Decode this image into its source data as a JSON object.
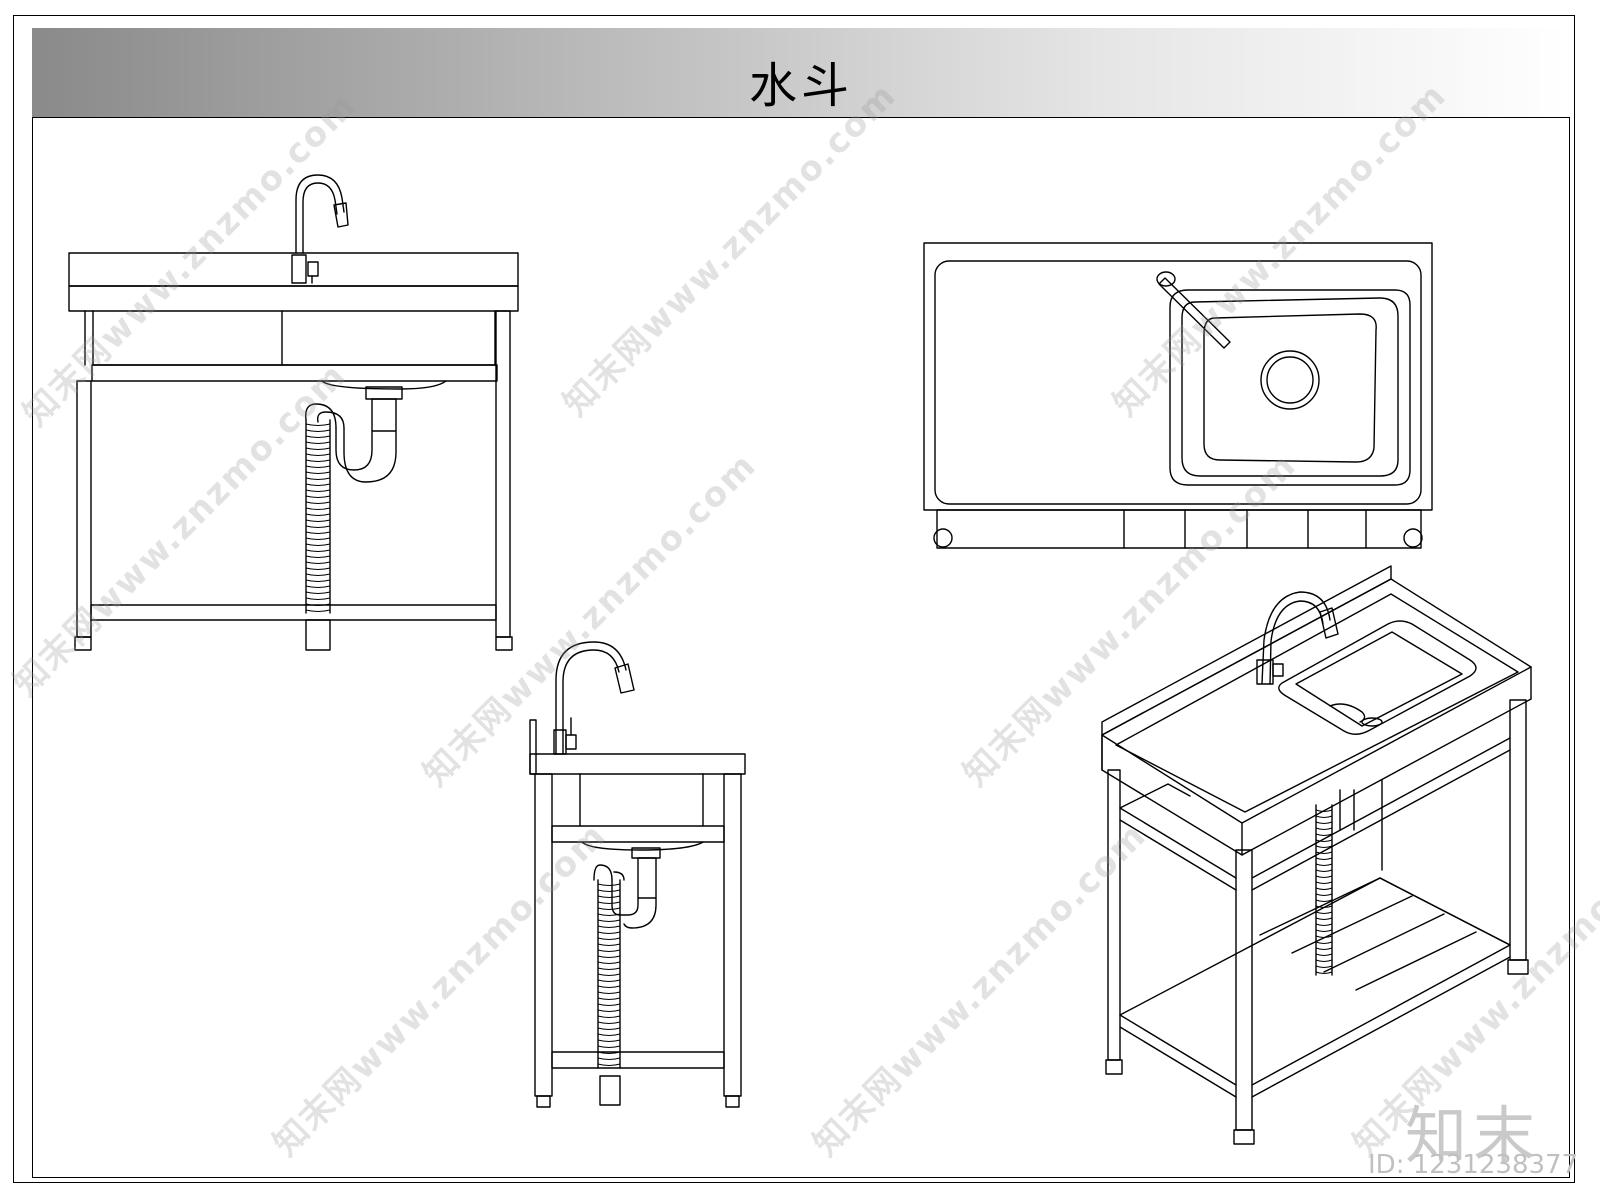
{
  "title": "水斗",
  "watermark": {
    "text": "知末网www.znzmo.com",
    "logo": "知末",
    "id": "ID: 1231238377"
  },
  "colors": {
    "line": "#000000",
    "title_gradient_dark": "#8a8a8a",
    "title_gradient_light": "#ffffff",
    "watermark": "#969696"
  },
  "views": [
    {
      "name": "front-elevation"
    },
    {
      "name": "side-elevation"
    },
    {
      "name": "top-plan"
    },
    {
      "name": "isometric-view"
    }
  ]
}
